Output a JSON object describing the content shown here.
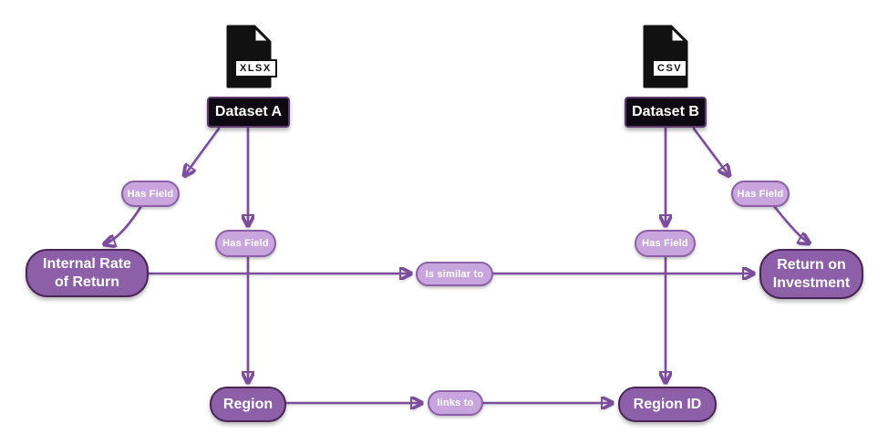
{
  "colors": {
    "background": "#ffffff",
    "edge": "#7b4d9b",
    "node_fill": "#8c5fa8",
    "node_border": "#4a2656",
    "pill_fill": "#c9a5de",
    "pill_border": "#8c5fa8",
    "dataset_fill": "#0d0812",
    "dataset_border": "#5e3a6f",
    "text_on_dark": "#ffffff",
    "file_icon": "#111111"
  },
  "files": [
    {
      "format_label": "XLSX"
    },
    {
      "format_label": "CSV"
    }
  ],
  "datasets": [
    {
      "label": "Dataset A"
    },
    {
      "label": "Dataset B"
    }
  ],
  "field_nodes": [
    {
      "label": "Internal Rate of Return"
    },
    {
      "label": "Return on Investment"
    },
    {
      "label": "Region"
    },
    {
      "label": "Region ID"
    }
  ],
  "relation_pills": [
    {
      "label": "Has Field"
    },
    {
      "label": "Has Field"
    },
    {
      "label": "Has Field"
    },
    {
      "label": "Has Field"
    },
    {
      "label": "Is similar to"
    },
    {
      "label": "links to"
    }
  ],
  "graph": {
    "edges": [
      {
        "source": "Dataset A",
        "relation": "Has Field",
        "target": "Internal Rate of Return"
      },
      {
        "source": "Dataset A",
        "relation": "Has Field",
        "target": "Region"
      },
      {
        "source": "Dataset B",
        "relation": "Has Field",
        "target": "Region ID"
      },
      {
        "source": "Dataset B",
        "relation": "Has Field",
        "target": "Return on Investment"
      },
      {
        "source": "Internal Rate of Return",
        "relation": "Is similar to",
        "target": "Return on Investment"
      },
      {
        "source": "Region",
        "relation": "links to",
        "target": "Region ID"
      }
    ]
  }
}
